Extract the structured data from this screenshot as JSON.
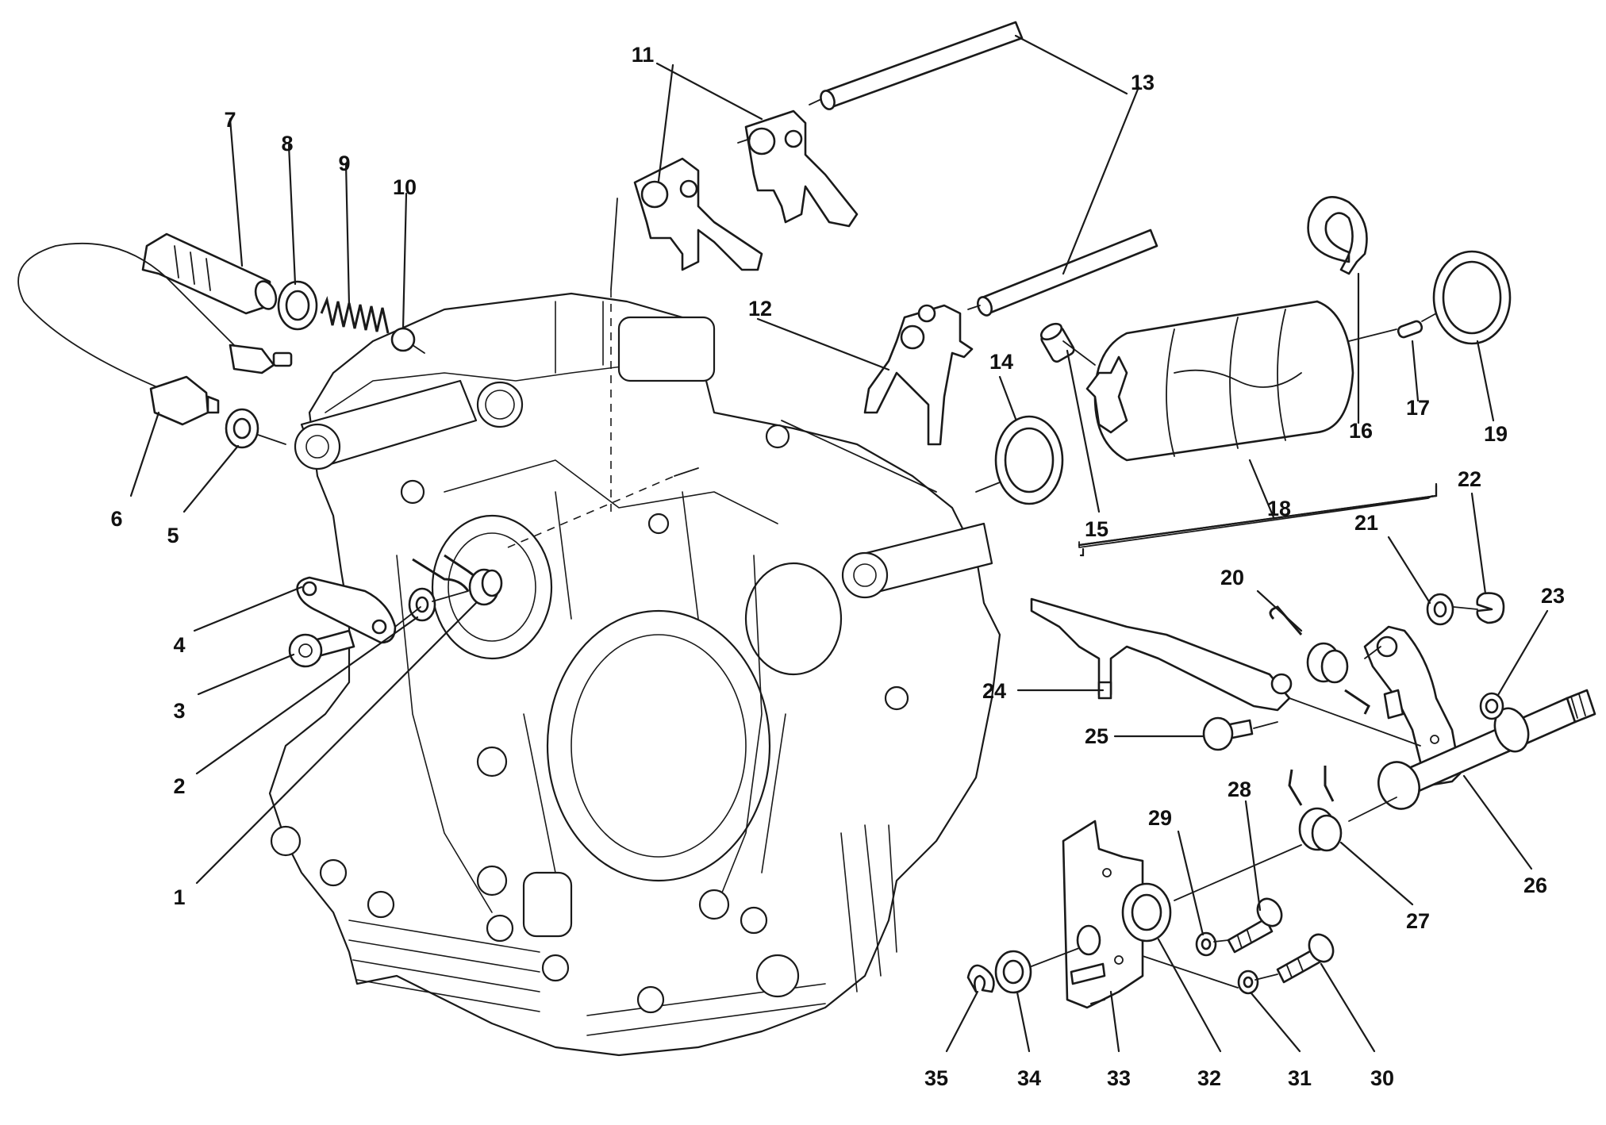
{
  "callouts": [
    "1",
    "2",
    "3",
    "4",
    "5",
    "6",
    "7",
    "8",
    "9",
    "10",
    "11",
    "12",
    "13",
    "14",
    "15",
    "16",
    "17",
    "18",
    "19",
    "20",
    "21",
    "22",
    "23",
    "24",
    "25",
    "26",
    "27",
    "28",
    "29",
    "30",
    "31",
    "32",
    "33",
    "34",
    "35"
  ],
  "colors": {
    "line": "#1a1a1a",
    "background": "#ffffff"
  }
}
